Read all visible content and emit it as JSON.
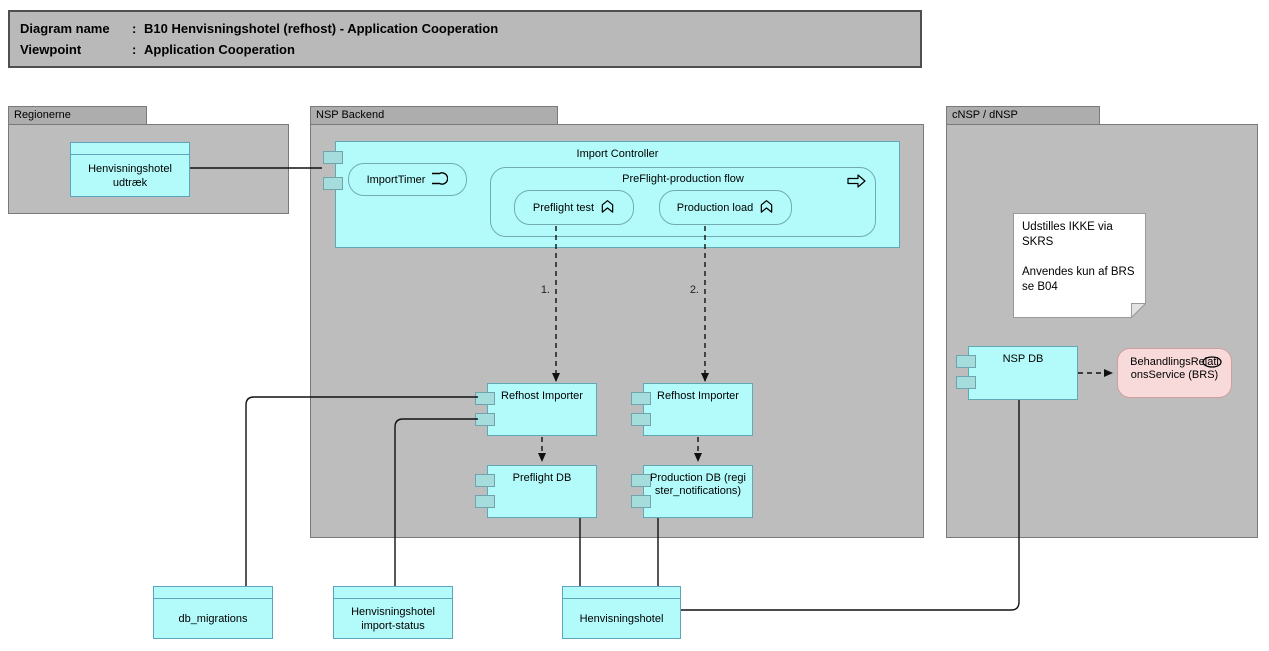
{
  "title_block": {
    "lines": [
      {
        "label": "Diagram name",
        "sep": ":",
        "value": "B10 Henvisningshotel (refhost) - Application Cooperation"
      },
      {
        "label": "Viewpoint",
        "sep": ":",
        "value": "Application Cooperation"
      }
    ]
  },
  "groups": {
    "regionerne": {
      "label": "Regionerne"
    },
    "nsp_backend": {
      "label": "NSP Backend"
    },
    "cnsp_dnsp": {
      "label": "cNSP / dNSP"
    }
  },
  "nodes": {
    "henvisningshotel_udtraek": {
      "label": "Henvisningshotel udtræk"
    },
    "import_controller": {
      "label": "Import Controller"
    },
    "import_timer": {
      "label": "ImportTimer",
      "icon": "event-icon"
    },
    "preflight_production_flow": {
      "label": "PreFlight-production flow",
      "icon": "process-arrow-icon"
    },
    "preflight_test": {
      "label": "Preflight test",
      "icon": "function-icon"
    },
    "production_load": {
      "label": "Production load",
      "icon": "function-icon"
    },
    "refhost_importer_1": {
      "label": "Refhost Importer"
    },
    "refhost_importer_2": {
      "label": "Refhost Importer"
    },
    "preflight_db": {
      "label": "Preflight DB"
    },
    "production_db": {
      "label": "Production DB (register_notifications)"
    },
    "nsp_db": {
      "label": "NSP DB"
    },
    "brs": {
      "label": "BehandlingsRelationsService (BRS)",
      "icon": "service-ellipse-icon"
    },
    "db_migrations": {
      "label": "db_migrations"
    },
    "henvisningshotel_import_status": {
      "label": "Henvisningshotel import-status"
    },
    "henvisningshotel": {
      "label": "Henvisningshotel"
    }
  },
  "note": {
    "line1": "Udstilles IKKE via SKRS",
    "line2": "Anvendes kun af BRS",
    "line3": "se B04"
  },
  "edge_labels": {
    "step1": "1.",
    "step2": "2."
  },
  "colors": {
    "component_fill": "#b3fbfb",
    "component_border": "#62a8b4",
    "port_fill": "#a5dcdc",
    "group_fill": "#bdbdbd",
    "group_tab_fill": "#adadad",
    "title_fill": "#b9b9b9",
    "service_pink_fill": "#f9dada",
    "note_fill": "#ffffff",
    "connector": "#111111"
  }
}
